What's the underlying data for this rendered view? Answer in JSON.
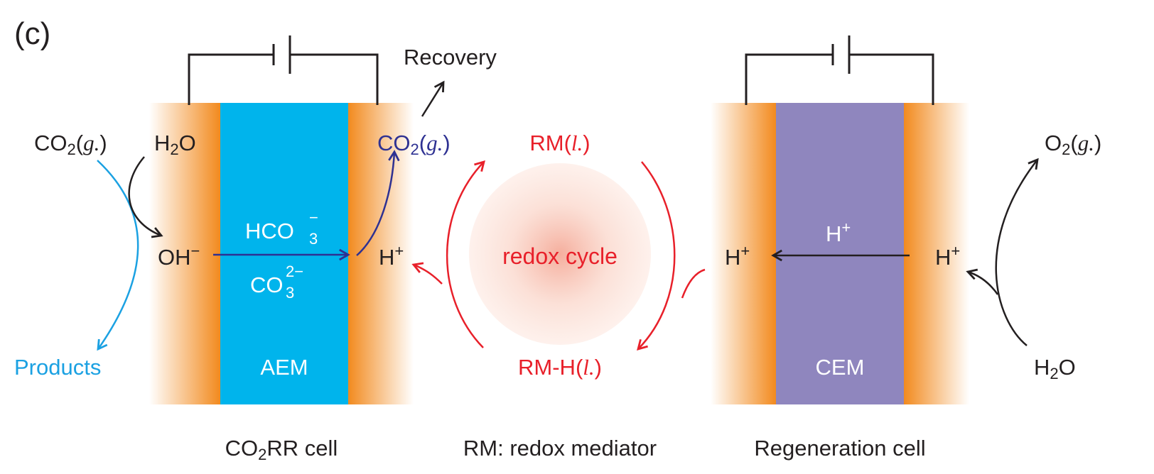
{
  "panel_label": "(c)",
  "colors": {
    "black": "#231f20",
    "blue_text": "#1ba1e2",
    "navy": "#2e3192",
    "red": "#e8202a",
    "aem_fill": "#00b4ec",
    "cem_fill": "#8f86be",
    "orange": "#f28a1e",
    "white": "#ffffff"
  },
  "recovery": "Recovery",
  "co2rr": {
    "co2_gas": {
      "main": "CO",
      "sub": "2",
      "open": "(",
      "phase": "g.",
      "close": ")"
    },
    "h2o": {
      "h": "H",
      "sub": "2",
      "o": "O"
    },
    "oh": {
      "main": "OH",
      "sup": "−"
    },
    "hco3": {
      "main": "HCO",
      "sub": "3",
      "sup": "−"
    },
    "co3": {
      "main": "CO",
      "sub": "3",
      "sup": "2−"
    },
    "co2_out": {
      "main": "CO",
      "sub": "2",
      "open": "(",
      "phase": "g.",
      "close": ")"
    },
    "h_plus": {
      "main": "H",
      "sup": "+"
    },
    "products": "Products",
    "membrane": "AEM",
    "caption": {
      "pre": "CO",
      "sub": "2",
      "post": "RR cell"
    }
  },
  "mediator": {
    "rm_top": {
      "main": "RM",
      "open": "(",
      "phase": "l.",
      "close": ")"
    },
    "cycle": "redox cycle",
    "rm_bottom": {
      "main": "RM-H",
      "open": "(",
      "phase": "l.",
      "close": ")"
    },
    "caption": "RM: redox mediator"
  },
  "regen": {
    "h_left": {
      "main": "H",
      "sup": "+"
    },
    "h_mem": {
      "main": "H",
      "sup": "+"
    },
    "h_right": {
      "main": "H",
      "sup": "+"
    },
    "o2": {
      "main": "O",
      "sub": "2",
      "open": "(",
      "phase": "g.",
      "close": ")"
    },
    "h2o": {
      "h": "H",
      "sub": "2",
      "o": "O"
    },
    "membrane": "CEM",
    "caption": "Regeneration cell"
  }
}
